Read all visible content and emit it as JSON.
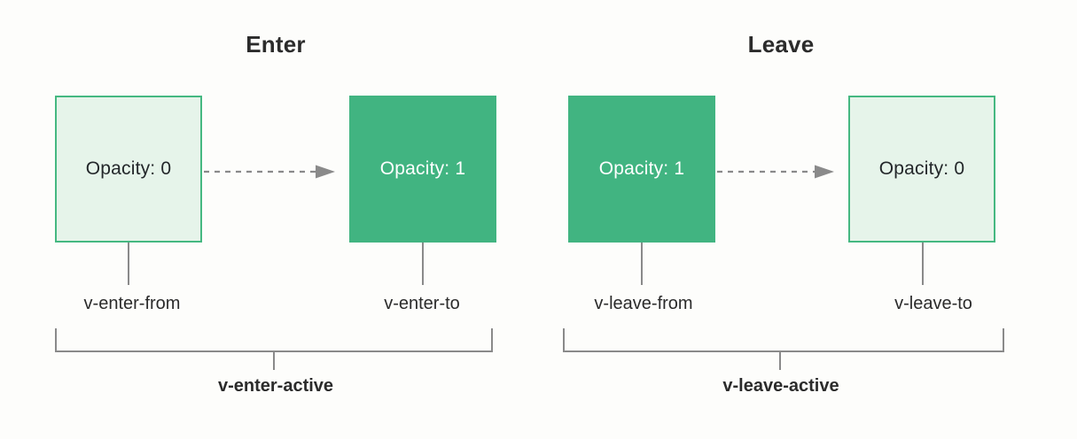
{
  "background_color": "#fdfdfb",
  "palette": {
    "green_solid": "#41b481",
    "green_light_fill": "#e6f4ea",
    "green_border": "#45b881",
    "gray_line": "#8a8a8a",
    "text_dark": "#2b2b2b",
    "text_on_green": "#ffffff"
  },
  "diagram": {
    "type": "transition-class-diagram",
    "sections": [
      {
        "id": "enter",
        "title": "Enter",
        "from_box": {
          "label": "Opacity: 0",
          "fill": "light",
          "tag": "v-enter-from"
        },
        "to_box": {
          "label": "Opacity: 1",
          "fill": "solid",
          "tag": "v-enter-to"
        },
        "arrow": {
          "style": "dashed",
          "direction": "right"
        },
        "active_label": "v-enter-active"
      },
      {
        "id": "leave",
        "title": "Leave",
        "from_box": {
          "label": "Opacity: 1",
          "fill": "solid",
          "tag": "v-leave-from"
        },
        "to_box": {
          "label": "Opacity: 0",
          "fill": "light",
          "tag": "v-leave-to"
        },
        "arrow": {
          "style": "dashed",
          "direction": "right"
        },
        "active_label": "v-leave-active"
      }
    ]
  }
}
